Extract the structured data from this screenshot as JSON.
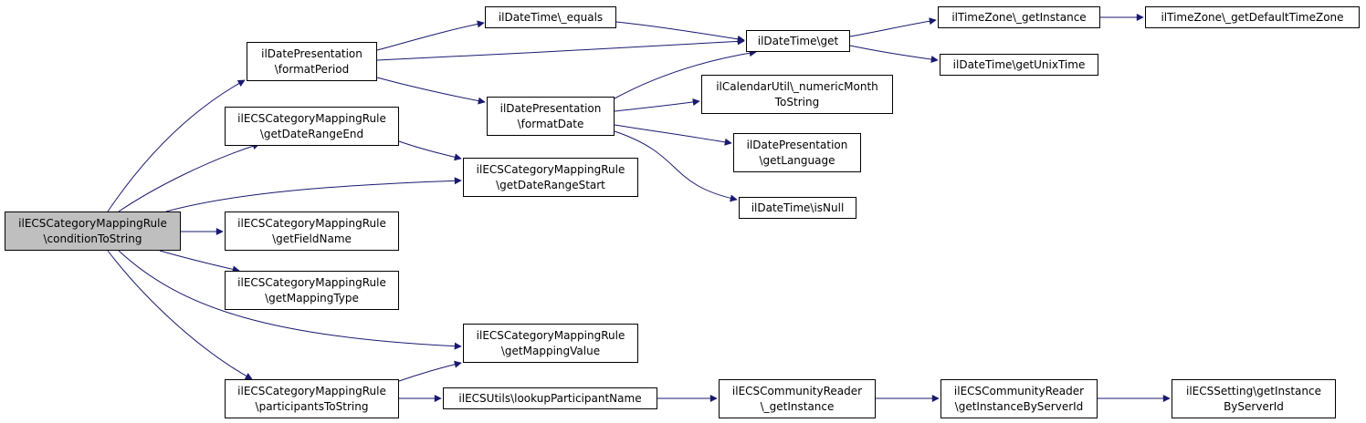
{
  "diagram": {
    "nodes": {
      "root": [
        "ilECSCategoryMappingRule",
        "\\conditionToString"
      ],
      "formatPeriod": [
        "ilDatePresentation",
        "\\formatPeriod"
      ],
      "getDateRangeEnd": [
        "ilECSCategoryMappingRule",
        "\\getDateRangeEnd"
      ],
      "getDateRangeStart": [
        "ilECSCategoryMappingRule",
        "\\getDateRangeStart"
      ],
      "getFieldName": [
        "ilECSCategoryMappingRule",
        "\\getFieldName"
      ],
      "getMappingType": [
        "ilECSCategoryMappingRule",
        "\\getMappingType"
      ],
      "getMappingValue": [
        "ilECSCategoryMappingRule",
        "\\getMappingValue"
      ],
      "participantsToString": [
        "ilECSCategoryMappingRule",
        "\\participantsToString"
      ],
      "equals": [
        "ilDateTime\\_equals"
      ],
      "formatDate": [
        "ilDatePresentation",
        "\\formatDate"
      ],
      "dtGet": [
        "ilDateTime\\get"
      ],
      "numericMonth": [
        "ilCalendarUtil\\_numericMonth",
        "ToString"
      ],
      "getLanguage": [
        "ilDatePresentation",
        "\\getLanguage"
      ],
      "isNull": [
        "ilDateTime\\isNull"
      ],
      "tzGetInstance": [
        "ilTimeZone\\_getInstance"
      ],
      "tzDefault": [
        "ilTimeZone\\_getDefaultTimeZone"
      ],
      "unixTime": [
        "ilDateTime\\getUnixTime"
      ],
      "lookupParticipant": [
        "ilECSUtils\\lookupParticipantName"
      ],
      "communityGetInstance": [
        "ilECSCommunityReader",
        "\\_getInstance"
      ],
      "communityByServer": [
        "ilECSCommunityReader",
        "\\getInstanceByServerId"
      ],
      "settingByServer": [
        "ilECSSetting\\getInstance",
        "ByServerId"
      ]
    },
    "edges": [
      [
        "root",
        "formatPeriod"
      ],
      [
        "root",
        "getDateRangeEnd"
      ],
      [
        "root",
        "getDateRangeStart"
      ],
      [
        "root",
        "getFieldName"
      ],
      [
        "root",
        "getMappingType"
      ],
      [
        "root",
        "getMappingValue"
      ],
      [
        "root",
        "participantsToString"
      ],
      [
        "formatPeriod",
        "equals"
      ],
      [
        "formatPeriod",
        "dtGet"
      ],
      [
        "formatPeriod",
        "formatDate"
      ],
      [
        "getDateRangeEnd",
        "getDateRangeStart"
      ],
      [
        "participantsToString",
        "getMappingValue"
      ],
      [
        "participantsToString",
        "lookupParticipant"
      ],
      [
        "equals",
        "dtGet"
      ],
      [
        "formatDate",
        "dtGet"
      ],
      [
        "formatDate",
        "numericMonth"
      ],
      [
        "formatDate",
        "getLanguage"
      ],
      [
        "formatDate",
        "isNull"
      ],
      [
        "dtGet",
        "tzGetInstance"
      ],
      [
        "dtGet",
        "unixTime"
      ],
      [
        "tzGetInstance",
        "tzDefault"
      ],
      [
        "lookupParticipant",
        "communityGetInstance"
      ],
      [
        "communityGetInstance",
        "communityByServer"
      ],
      [
        "communityByServer",
        "settingByServer"
      ]
    ],
    "colors": {
      "edge": "#191970",
      "node_border": "#000000",
      "root_fill": "#bfbfbf",
      "node_fill": "#ffffff"
    }
  }
}
